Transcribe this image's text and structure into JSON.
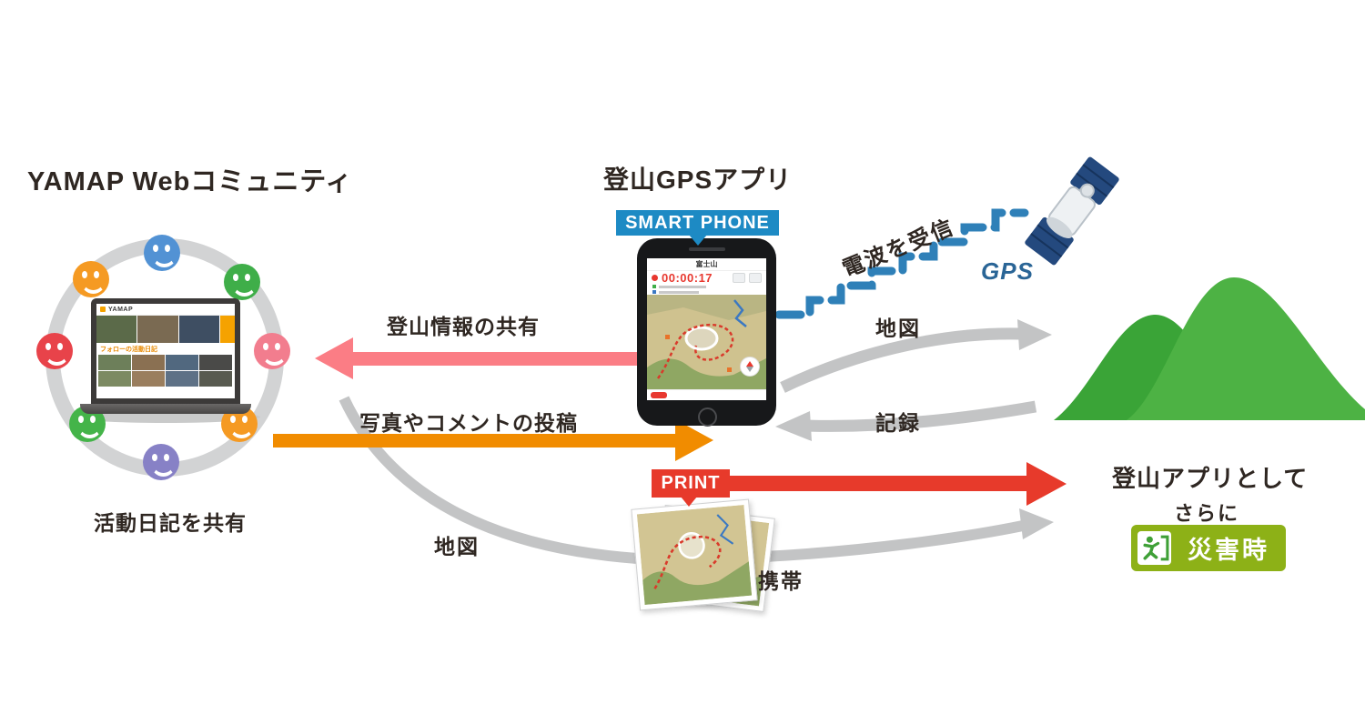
{
  "left": {
    "title": "YAMAP Webコミュニティ",
    "caption": "活動日記を共有",
    "laptop_logo": "YAMAP",
    "laptop_feed_title": "フォローの活動日記",
    "smiley_colors": [
      "#5292d4",
      "#f59a23",
      "#3fae49",
      "#e8434a",
      "#f27d8e",
      "#44b449",
      "#f59a23",
      "#8781c6"
    ]
  },
  "center": {
    "title": "登山GPSアプリ",
    "badge": "SMART PHONE",
    "phone_place": "富士山",
    "phone_timer": "00:00:17"
  },
  "gps": {
    "signal_label": "電波を受信",
    "gps_label": "GPS"
  },
  "arrows": {
    "share_label": "登山情報の共有",
    "post_label": "写真やコメントの投稿",
    "map_label": "地図",
    "record_label": "記録",
    "print_map_label": "地図",
    "carry_label": "携帯"
  },
  "print": {
    "badge": "PRINT"
  },
  "right": {
    "line1": "登山アプリとして",
    "line2": "さらに",
    "disaster": "災害時"
  },
  "colors": {
    "text": "#2f2722",
    "smartphone_badge_blue": "#1d8ac4",
    "print_red": "#e73a2b",
    "orange_arrow": "#f18c00",
    "pink_arrow": "#fb7d85",
    "gray_arrow": "#c3c4c5",
    "wave_blue": "#2f80b8",
    "gps_text_blue": "#2a6596",
    "mountain_green_dark": "#3aa437",
    "mountain_green_light": "#4db244",
    "disaster_badge_green": "#8db117",
    "timer_red": "#e8382f"
  }
}
